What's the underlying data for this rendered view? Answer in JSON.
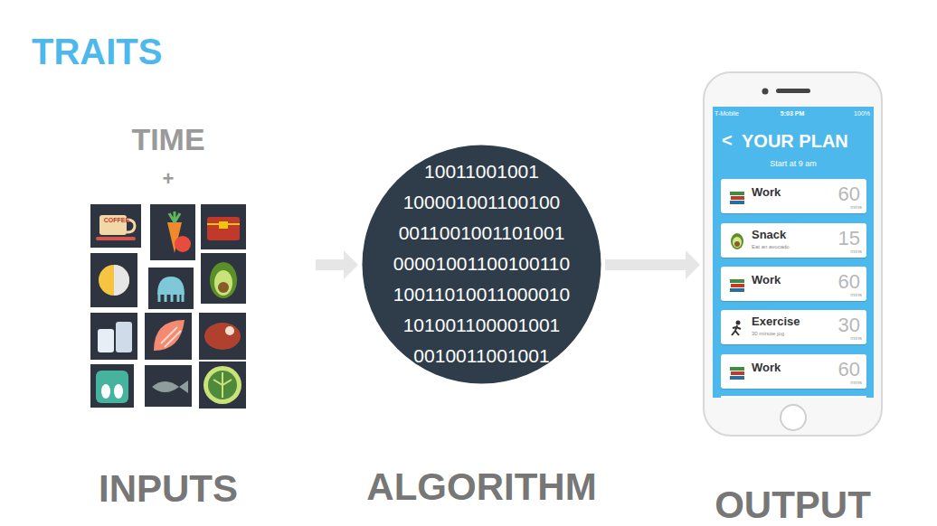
{
  "diagram": {
    "title": "TRAITS",
    "nodes": [
      {
        "text": [
          "TIME",
          "+",
          "INPUTS"
        ]
      },
      {
        "text": [
          "10011001001",
          "100001001100100",
          "0011001001101001",
          "00001001100100110",
          "10011010011000010",
          "101001100001001",
          "0010011001001",
          "ALGORITHM"
        ]
      },
      {
        "text": [
          "T-Mobile",
          "5:03 PM",
          "100%",
          "<",
          "YOUR PLAN",
          "Start at 9 am",
          "OUTPUT"
        ]
      },
      {
        "text": [
          "Work",
          "60",
          "mins"
        ],
        "in": 2
      },
      {
        "text": [
          "Snack",
          "Eat an avocado",
          "15",
          "mins"
        ],
        "in": 2
      },
      {
        "text": [
          "Work",
          "60",
          "mins"
        ],
        "in": 2
      },
      {
        "text": [
          "Exercise",
          "30 minute jog",
          "30",
          "mins"
        ],
        "in": 2
      },
      {
        "text": [
          "Work",
          "60",
          "mins"
        ],
        "in": 2
      }
    ],
    "edges": [
      {
        "from": 0,
        "to": 1,
        "arrow": "to"
      },
      {
        "from": 1,
        "to": 2,
        "arrow": "to"
      }
    ],
    "labels": [
      "COFFEE"
    ]
  }
}
